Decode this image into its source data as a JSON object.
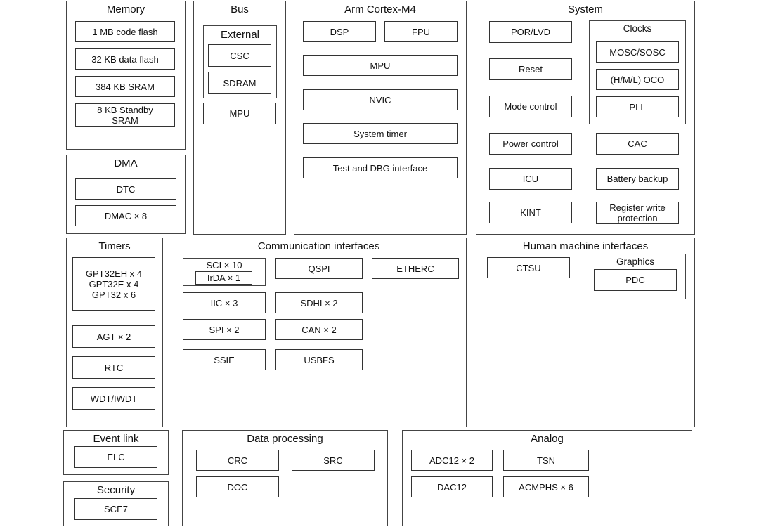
{
  "memory": {
    "title": "Memory",
    "code_flash": "1 MB code flash",
    "data_flash": "32 KB data flash",
    "sram": "384 KB SRAM",
    "standby_sram": "8 KB Standby\nSRAM"
  },
  "bus": {
    "title": "Bus",
    "external_title": "External",
    "csc": "CSC",
    "sdram": "SDRAM",
    "mpu": "MPU"
  },
  "cortex": {
    "title": "Arm Cortex-M4",
    "dsp": "DSP",
    "fpu": "FPU",
    "mpu": "MPU",
    "nvic": "NVIC",
    "system_timer": "System timer",
    "test_dbg": "Test and DBG interface"
  },
  "system": {
    "title": "System",
    "por_lvd": "POR/LVD",
    "reset": "Reset",
    "mode_control": "Mode control",
    "power_control": "Power control",
    "icu": "ICU",
    "kint": "KINT",
    "clocks_title": "Clocks",
    "mosc_sosc": "MOSC/SOSC",
    "oco": "(H/M/L) OCO",
    "pll": "PLL",
    "cac": "CAC",
    "battery_backup": "Battery backup",
    "register_write_protection": "Register write\nprotection"
  },
  "dma": {
    "title": "DMA",
    "dtc": "DTC",
    "dmac": "DMAC × 8"
  },
  "timers": {
    "title": "Timers",
    "gpt": "GPT32EH x 4\nGPT32E x 4\nGPT32 x 6",
    "agt": "AGT × 2",
    "rtc": "RTC",
    "wdt": "WDT/IWDT"
  },
  "comm": {
    "title": "Communication interfaces",
    "sci": "SCI × 10",
    "irda": "IrDA × 1",
    "qspi": "QSPI",
    "etherc": "ETHERC",
    "iic": "IIC × 3",
    "sdhi": "SDHI × 2",
    "spi": "SPI × 2",
    "can": "CAN × 2",
    "ssie": "SSIE",
    "usbfs": "USBFS"
  },
  "hmi": {
    "title": "Human machine interfaces",
    "ctsu": "CTSU",
    "graphics_title": "Graphics",
    "pdc": "PDC"
  },
  "event_link": {
    "title": "Event link",
    "elc": "ELC"
  },
  "security": {
    "title": "Security",
    "sce7": "SCE7"
  },
  "data_processing": {
    "title": "Data processing",
    "crc": "CRC",
    "src": "SRC",
    "doc": "DOC"
  },
  "analog": {
    "title": "Analog",
    "adc12": "ADC12 × 2",
    "tsn": "TSN",
    "dac12": "DAC12",
    "acmphs": "ACMPHS × 6"
  }
}
